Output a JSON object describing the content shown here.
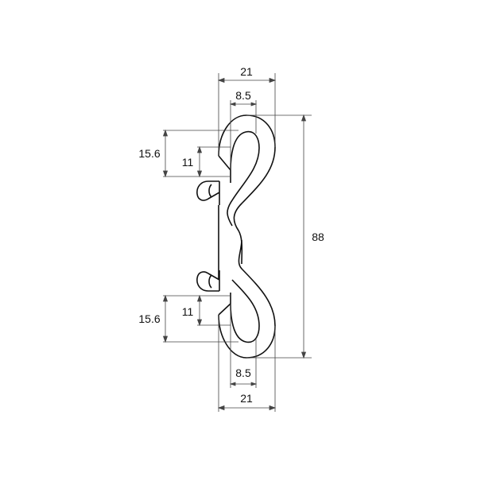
{
  "diagram": {
    "dimensions": {
      "top_width": "21",
      "top_opening": "8.5",
      "top_hook_outer": "15.6",
      "top_hook_inner": "11",
      "total_length": "88",
      "bottom_hook_inner": "11",
      "bottom_hook_outer": "15.6",
      "bottom_opening": "8.5",
      "bottom_width": "21"
    },
    "colors": {
      "outline": "#111111",
      "dimension_line": "#444444",
      "background": "#ffffff"
    }
  }
}
